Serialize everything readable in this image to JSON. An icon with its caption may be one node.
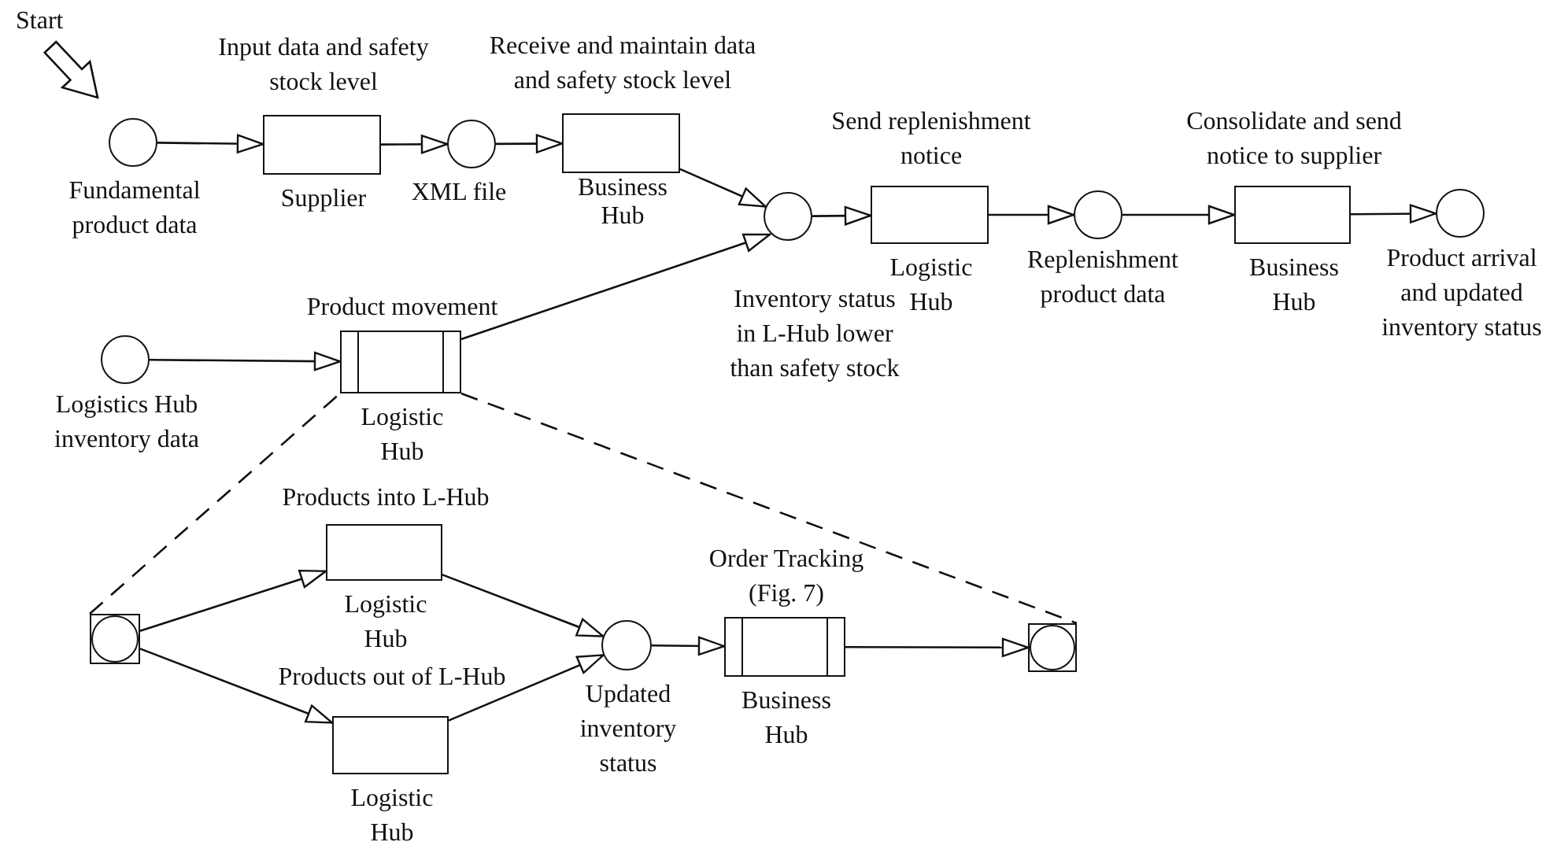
{
  "diagram": {
    "nodes": [
      {
        "text": [
          "Start"
        ]
      },
      {
        "text": [
          "Fundamental product data"
        ]
      },
      {
        "text": [
          "Input data and safety stock level",
          "Supplier"
        ]
      },
      {
        "text": [
          "XML file"
        ]
      },
      {
        "text": [
          "Receive and maintain data and safety stock level",
          "Business Hub"
        ]
      },
      {
        "text": [
          "Inventory status in L-Hub lower than safety stock"
        ]
      },
      {
        "text": [
          "Send replenishment notice",
          "Logistic Hub"
        ]
      },
      {
        "text": [
          "Replenishment product data"
        ]
      },
      {
        "text": [
          "Consolidate and send notice to supplier",
          "Business Hub"
        ]
      },
      {
        "text": [
          "Product arrival and updated inventory status"
        ]
      },
      {
        "text": [
          "Logistics Hub inventory data"
        ]
      },
      {
        "text": [
          "Product movement",
          "Logistic Hub"
        ]
      },
      {
        "text": [],
        "shape": "circle"
      },
      {
        "text": [
          "Products into L-Hub",
          "Logistic Hub"
        ]
      },
      {
        "text": [
          "Products out of L-Hub",
          "Logistic Hub"
        ]
      },
      {
        "text": [
          "Updated inventory status"
        ]
      },
      {
        "text": [
          "Order Tracking (Fig. 7)",
          "Business Hub"
        ]
      },
      {
        "text": [],
        "shape": "circle"
      }
    ],
    "edges": [
      {
        "from": 0,
        "to": 1,
        "arrow": "to",
        "style": "thick"
      },
      {
        "from": 1,
        "to": 2,
        "arrow": "to"
      },
      {
        "from": 2,
        "to": 3,
        "arrow": "to"
      },
      {
        "from": 3,
        "to": 4,
        "arrow": "to"
      },
      {
        "from": 4,
        "to": 5,
        "arrow": "to"
      },
      {
        "from": 11,
        "to": 5,
        "arrow": "to"
      },
      {
        "from": 5,
        "to": 6,
        "arrow": "to"
      },
      {
        "from": 6,
        "to": 7,
        "arrow": "to"
      },
      {
        "from": 7,
        "to": 8,
        "arrow": "to"
      },
      {
        "from": 8,
        "to": 9,
        "arrow": "to"
      },
      {
        "from": 10,
        "to": 11,
        "arrow": "to"
      },
      {
        "from": 12,
        "to": 11,
        "arrow": "none",
        "style": "dashed"
      },
      {
        "from": 11,
        "to": 17,
        "arrow": "none",
        "style": "dashed"
      },
      {
        "from": 12,
        "to": 13,
        "arrow": "to"
      },
      {
        "from": 12,
        "to": 14,
        "arrow": "to"
      },
      {
        "from": 13,
        "to": 15,
        "arrow": "to"
      },
      {
        "from": 14,
        "to": 15,
        "arrow": "to"
      },
      {
        "from": 15,
        "to": 16,
        "arrow": "to"
      },
      {
        "from": 16,
        "to": 17,
        "arrow": "to"
      }
    ]
  }
}
